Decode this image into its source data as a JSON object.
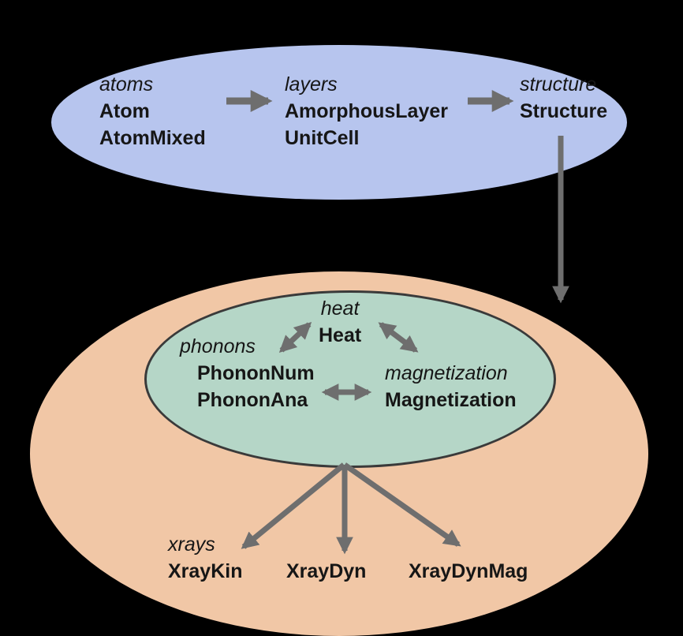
{
  "colors": {
    "background": "#000000",
    "top_ellipse": "#b7c5ee",
    "outer_ellipse": "#f1c7a6",
    "inner_ellipse": "#b5d6c7",
    "inner_border": "#3a3a3a",
    "arrow": "#6e6e6e",
    "text": "#161616"
  },
  "diagram": {
    "top": {
      "atoms": {
        "module": "atoms",
        "classes": [
          "Atom",
          "AtomMixed"
        ]
      },
      "layers": {
        "module": "layers",
        "classes": [
          "AmorphousLayer",
          "UnitCell"
        ]
      },
      "structure": {
        "module": "structure",
        "classes": [
          "Structure"
        ]
      }
    },
    "inner": {
      "heat": {
        "module": "heat",
        "classes": [
          "Heat"
        ]
      },
      "phonons": {
        "module": "phonons",
        "classes": [
          "PhononNum",
          "PhononAna"
        ]
      },
      "magnetization": {
        "module": "magnetization",
        "classes": [
          "Magnetization"
        ]
      }
    },
    "xrays": {
      "module": "xrays",
      "classes": [
        "XrayKin",
        "XrayDyn",
        "XrayDynMag"
      ]
    }
  }
}
